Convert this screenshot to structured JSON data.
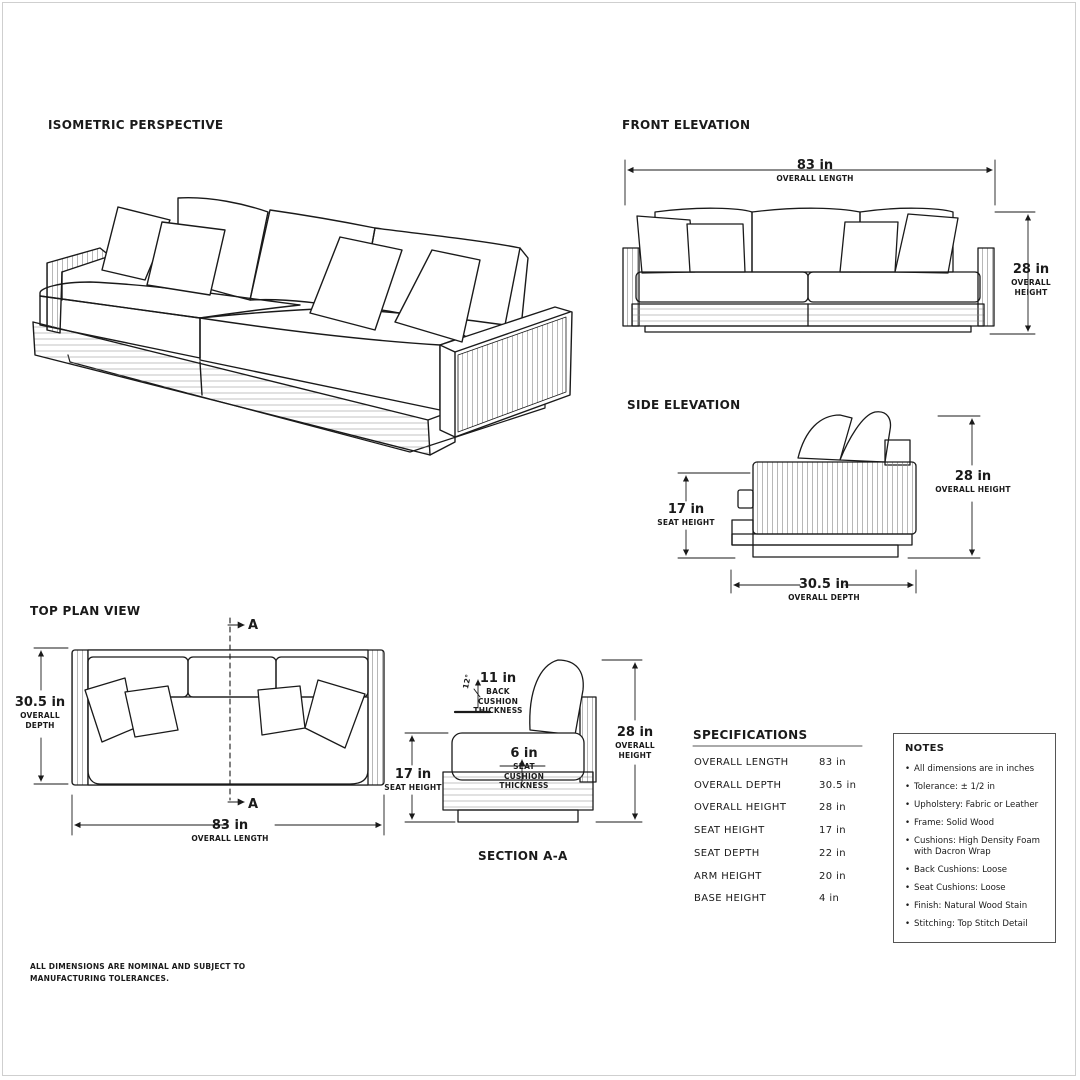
{
  "views": {
    "isometric": "ISOMETRIC PERSPECTIVE",
    "front": "FRONT ELEVATION",
    "side": "SIDE ELEVATION",
    "plan": "TOP PLAN VIEW",
    "section": "SECTION A-A"
  },
  "dims": {
    "front_length": {
      "value": "83 in",
      "label": "OVERALL LENGTH"
    },
    "front_height": {
      "value": "28 in",
      "label": "OVERALL HEIGHT"
    },
    "side_seat": {
      "value": "17 in",
      "label": "SEAT HEIGHT"
    },
    "side_height": {
      "value": "28 in",
      "label": "OVERALL HEIGHT"
    },
    "side_depth": {
      "value": "30.5 in",
      "label": "OVERALL DEPTH"
    },
    "plan_depth": {
      "value": "30.5 in",
      "label1": "OVERALL",
      "label2": "DEPTH"
    },
    "plan_length": {
      "value": "83 in",
      "label": "OVERALL LENGTH"
    },
    "section_back": {
      "value": "11 in",
      "label1": "BACK CUSHION",
      "label2": "THICKNESS",
      "angle": "12°"
    },
    "section_seat": {
      "value": "6 in",
      "label1": "SEAT CUSHION",
      "label2": "THICKNESS"
    },
    "section_height": {
      "value": "28 in",
      "label1": "OVERALL",
      "label2": "HEIGHT"
    },
    "section_seat_h": {
      "value": "17 in",
      "label": "SEAT HEIGHT"
    },
    "section_marker": "A"
  },
  "specifications": {
    "title": "SPECIFICATIONS",
    "rows": [
      {
        "label": "OVERALL LENGTH",
        "value": "83 in"
      },
      {
        "label": "OVERALL DEPTH",
        "value": "30.5 in"
      },
      {
        "label": "OVERALL HEIGHT",
        "value": "28 in"
      },
      {
        "label": "SEAT HEIGHT",
        "value": "17 in"
      },
      {
        "label": "SEAT DEPTH",
        "value": "22 in"
      },
      {
        "label": "ARM HEIGHT",
        "value": "20 in"
      },
      {
        "label": "BASE HEIGHT",
        "value": "4 in"
      }
    ]
  },
  "notes": {
    "title": "NOTES",
    "items": [
      "All dimensions are in inches",
      "Tolerance: ± 1/2 in",
      "Upholstery: Fabric or Leather",
      "Frame: Solid Wood",
      "Cushions: High Density Foam with Dacron Wrap",
      "Back Cushions: Loose",
      "Seat Cushions: Loose",
      "Finish: Natural Wood Stain",
      "Stitching: Top Stitch Detail"
    ]
  },
  "footer": "ALL DIMENSIONS ARE NOMINAL AND SUBJECT TO MANUFACTURING TOLERANCES."
}
